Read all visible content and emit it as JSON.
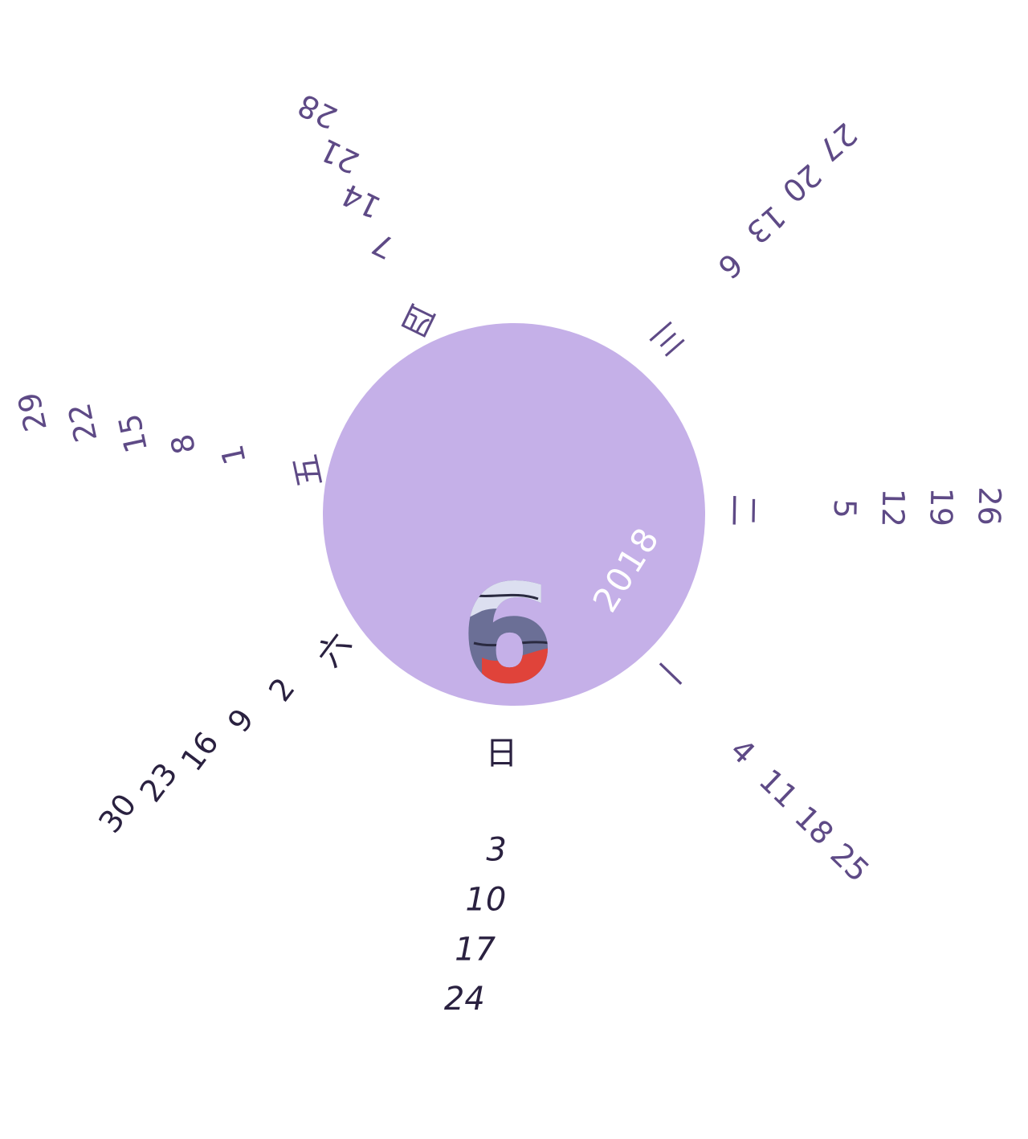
{
  "calendar": {
    "year": "2018",
    "month": "6",
    "colors": {
      "circle": "#c5b0e8",
      "text": "#5e4a86",
      "text_dark": "#2a2140",
      "year_text": "#ffffff",
      "month_fill": "#6b6f96",
      "month_light": "#dcdff0",
      "month_red": "#e0433a"
    },
    "days": [
      {
        "weekday": "日",
        "dates": [
          "3",
          "10",
          "17",
          "24"
        ]
      },
      {
        "weekday": "一",
        "dates": [
          "4",
          "11",
          "18",
          "25"
        ]
      },
      {
        "weekday": "二",
        "dates": [
          "5",
          "12",
          "19",
          "26"
        ]
      },
      {
        "weekday": "三",
        "dates": [
          "6",
          "13",
          "20",
          "27"
        ]
      },
      {
        "weekday": "四",
        "dates": [
          "7",
          "14",
          "21",
          "28"
        ]
      },
      {
        "weekday": "五",
        "dates": [
          "1",
          "8",
          "15",
          "22",
          "29"
        ]
      },
      {
        "weekday": "六",
        "dates": [
          "2",
          "9",
          "16",
          "23",
          "30"
        ]
      }
    ]
  }
}
